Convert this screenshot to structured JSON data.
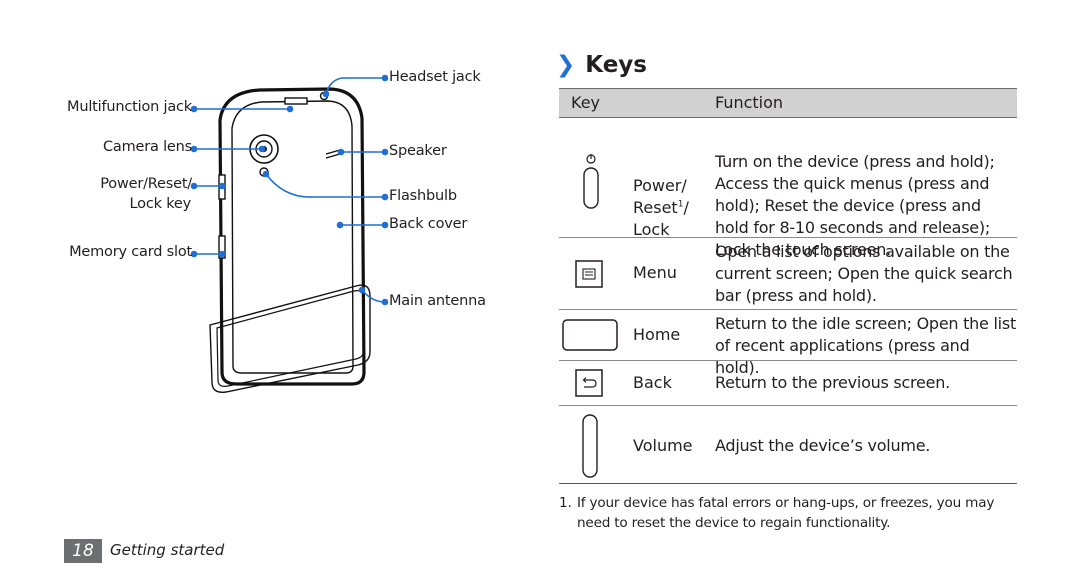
{
  "diagram": {
    "labels": {
      "multifunction_jack": "Multifunction jack",
      "camera_lens": "Camera lens",
      "power_reset_lock_1": "Power/Reset/",
      "power_reset_lock_2": "Lock key",
      "memory_card_slot": "Memory card slot",
      "headset_jack": "Headset jack",
      "speaker": "Speaker",
      "flashbulb": "Flashbulb",
      "back_cover": "Back cover",
      "main_antenna": "Main antenna"
    },
    "accent_color": "#1e6fd6"
  },
  "section": {
    "chevron": "❯",
    "title": "Keys"
  },
  "table": {
    "header_key": "Key",
    "header_function": "Function",
    "rows": [
      {
        "icon": "power-key-icon",
        "key_lines": [
          "Power/",
          "Reset",
          "Lock"
        ],
        "key_superscript": "1",
        "key_slash": "/",
        "function_lines": [
          "Turn on the device (press and hold);",
          "Access the quick menus (press and",
          "hold); Reset the device (press and",
          "hold for 8-10 seconds and release);",
          "Lock the touch screen."
        ]
      },
      {
        "icon": "menu-key-icon",
        "key": "Menu",
        "function_lines": [
          "Open a list of options available on the",
          "current screen; Open the quick search",
          "bar (press and hold)."
        ]
      },
      {
        "icon": "home-key-icon",
        "key": "Home",
        "function_lines": [
          "Return to the idle screen; Open the list",
          "of recent applications (press and hold)."
        ]
      },
      {
        "icon": "back-key-icon",
        "key": "Back",
        "function_lines": [
          "Return to the previous screen."
        ]
      },
      {
        "icon": "volume-key-icon",
        "key": "Volume",
        "function_lines": [
          "Adjust the device’s volume."
        ]
      }
    ]
  },
  "footnote": {
    "number": "1.",
    "text": "If your device has fatal errors or hang-ups, or freezes, you may need to reset the device to regain functionality."
  },
  "footer": {
    "page_number": "18",
    "section_name": "Getting started"
  }
}
